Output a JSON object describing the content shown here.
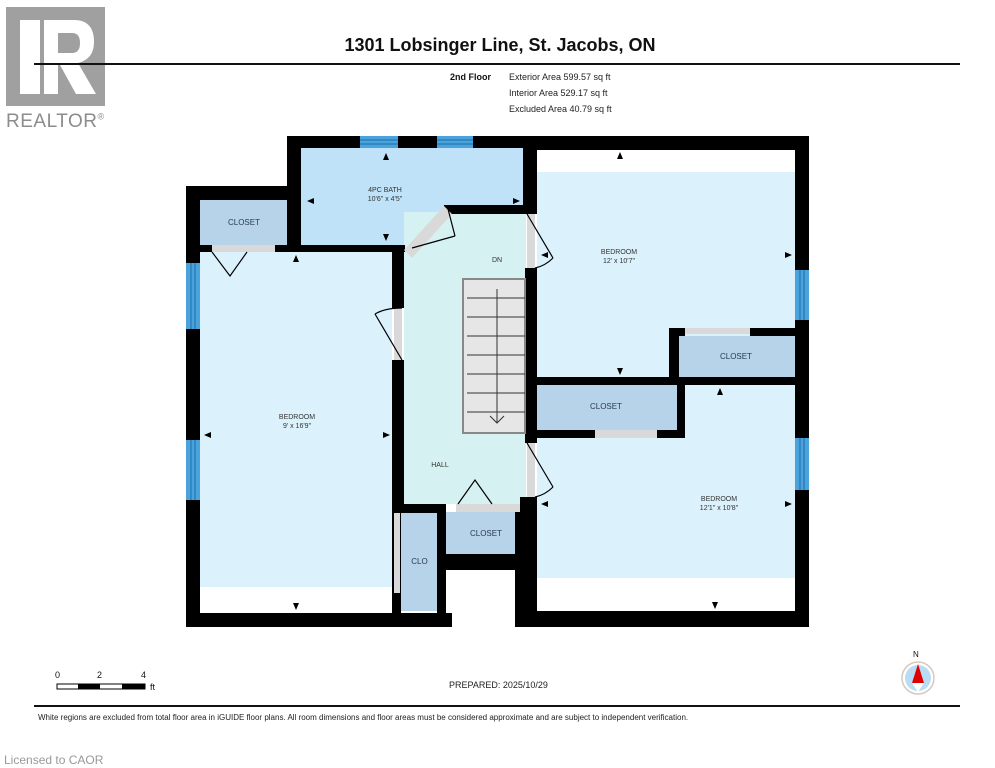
{
  "header": {
    "title": "1301 Lobsinger Line, St. Jacobs, ON",
    "logo_text": "REALTOR",
    "logo_mark": "®"
  },
  "floor_info": {
    "floor_name": "2nd Floor",
    "areas": [
      "Exterior Area 599.57 sq ft",
      "Interior Area 529.17 sq ft",
      "Excluded Area 40.79 sq ft"
    ]
  },
  "rooms": {
    "bath": {
      "name": "4PC BATH",
      "dims": "10'6\" x 4'5\""
    },
    "bedroom_ne": {
      "name": "BEDROOM",
      "dims": "12' x 10'7\""
    },
    "bedroom_w": {
      "name": "BEDROOM",
      "dims": "9' x 16'9\""
    },
    "bedroom_se": {
      "name": "BEDROOM",
      "dims": "12'1\" x 10'8\""
    },
    "hall": {
      "name": "HALL"
    },
    "stairs": {
      "label": "DN"
    },
    "closet_nw": {
      "name": "CLOSET"
    },
    "closet_ne": {
      "name": "CLOSET"
    },
    "closet_mid": {
      "name": "CLOSET"
    },
    "closet_hall": {
      "name": "CLOSET"
    },
    "clo": {
      "name": "CLO"
    }
  },
  "scale": {
    "ticks": [
      "0",
      "2",
      "4"
    ],
    "unit": "ft"
  },
  "compass": {
    "label": "N"
  },
  "footer": {
    "prepared": "PREPARED: 2025/10/29",
    "disclaimer": "White regions are excluded from total floor area in iGUIDE floor plans. All room dimensions and floor areas must be considered approximate and are subject to independent verification.",
    "license": "Licensed to CAOR"
  },
  "colors": {
    "wall": "#000000",
    "room_fill": "#dbf1fc",
    "bath_fill": "#bfe2f8",
    "hall_fill": "#d5f1f2",
    "closet_fill": "#b7d3e9",
    "window": "#4aa3dc",
    "door_gray": "#d9d9d9",
    "compass_red": "#e00000"
  }
}
